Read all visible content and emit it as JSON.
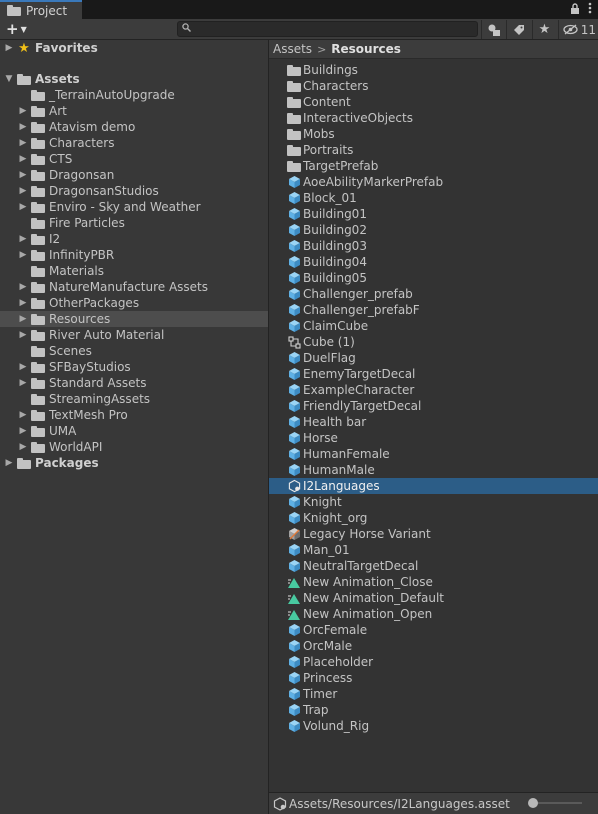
{
  "window": {
    "tab_title": "Project"
  },
  "toolbar": {
    "create_label": "+",
    "search_placeholder": "",
    "hidden_count": "11"
  },
  "tree": {
    "favorites": "Favorites",
    "assets": "Assets",
    "packages": "Packages",
    "items": [
      {
        "label": "_TerrainAutoUpgrade",
        "expandable": false
      },
      {
        "label": "Art",
        "expandable": true
      },
      {
        "label": "Atavism demo",
        "expandable": true
      },
      {
        "label": "Characters",
        "expandable": true
      },
      {
        "label": "CTS",
        "expandable": true
      },
      {
        "label": "Dragonsan",
        "expandable": true
      },
      {
        "label": "DragonsanStudios",
        "expandable": true
      },
      {
        "label": "Enviro - Sky and Weather",
        "expandable": true
      },
      {
        "label": "Fire Particles",
        "expandable": false
      },
      {
        "label": "I2",
        "expandable": true
      },
      {
        "label": "InfinityPBR",
        "expandable": true
      },
      {
        "label": "Materials",
        "expandable": false
      },
      {
        "label": "NatureManufacture Assets",
        "expandable": true
      },
      {
        "label": "OtherPackages",
        "expandable": true
      },
      {
        "label": "Resources",
        "expandable": true,
        "selected": true
      },
      {
        "label": "River Auto Material",
        "expandable": true
      },
      {
        "label": "Scenes",
        "expandable": false
      },
      {
        "label": "SFBayStudios",
        "expandable": true
      },
      {
        "label": "Standard Assets",
        "expandable": true
      },
      {
        "label": "StreamingAssets",
        "expandable": false
      },
      {
        "label": "TextMesh Pro",
        "expandable": true
      },
      {
        "label": "UMA",
        "expandable": true
      },
      {
        "label": "WorldAPI",
        "expandable": true
      }
    ]
  },
  "breadcrumb": {
    "root": "Assets",
    "current": "Resources"
  },
  "files": [
    {
      "label": "Buildings",
      "icon": "folder-icon"
    },
    {
      "label": "Characters",
      "icon": "folder-icon"
    },
    {
      "label": "Content",
      "icon": "folder-icon"
    },
    {
      "label": "InteractiveObjects",
      "icon": "folder-icon"
    },
    {
      "label": "Mobs",
      "icon": "folder-icon"
    },
    {
      "label": "Portraits",
      "icon": "folder-icon"
    },
    {
      "label": "TargetPrefab",
      "icon": "folder-icon"
    },
    {
      "label": "AoeAbilityMarkerPrefab",
      "icon": "prefab-icon"
    },
    {
      "label": "Block_01",
      "icon": "prefab-icon"
    },
    {
      "label": "Building01",
      "icon": "prefab-icon"
    },
    {
      "label": "Building02",
      "icon": "prefab-icon"
    },
    {
      "label": "Building03",
      "icon": "prefab-icon"
    },
    {
      "label": "Building04",
      "icon": "prefab-icon"
    },
    {
      "label": "Building05",
      "icon": "prefab-icon"
    },
    {
      "label": "Challenger_prefab",
      "icon": "prefab-icon"
    },
    {
      "label": "Challenger_prefabF",
      "icon": "prefab-icon"
    },
    {
      "label": "ClaimCube",
      "icon": "prefab-icon"
    },
    {
      "label": "Cube (1)",
      "icon": "model-icon"
    },
    {
      "label": "DuelFlag",
      "icon": "prefab-icon"
    },
    {
      "label": "EnemyTargetDecal",
      "icon": "prefab-icon"
    },
    {
      "label": "ExampleCharacter",
      "icon": "prefab-icon"
    },
    {
      "label": "FriendlyTargetDecal",
      "icon": "prefab-icon"
    },
    {
      "label": "Health bar",
      "icon": "prefab-icon"
    },
    {
      "label": "Horse",
      "icon": "prefab-icon"
    },
    {
      "label": "HumanFemale",
      "icon": "prefab-icon"
    },
    {
      "label": "HumanMale",
      "icon": "prefab-icon"
    },
    {
      "label": "I2Languages",
      "icon": "asset-icon",
      "selected": true
    },
    {
      "label": "Knight",
      "icon": "prefab-icon"
    },
    {
      "label": "Knight_org",
      "icon": "prefab-icon"
    },
    {
      "label": "Legacy Horse Variant",
      "icon": "prefab-variant-icon"
    },
    {
      "label": "Man_01",
      "icon": "prefab-icon"
    },
    {
      "label": "NeutralTargetDecal",
      "icon": "prefab-icon"
    },
    {
      "label": "New Animation_Close",
      "icon": "animation-icon"
    },
    {
      "label": "New Animation_Default",
      "icon": "animation-icon"
    },
    {
      "label": "New Animation_Open",
      "icon": "animation-icon"
    },
    {
      "label": "OrcFemale",
      "icon": "prefab-icon"
    },
    {
      "label": "OrcMale",
      "icon": "prefab-icon"
    },
    {
      "label": "Placeholder",
      "icon": "prefab-icon"
    },
    {
      "label": "Princess",
      "icon": "prefab-icon"
    },
    {
      "label": "Timer",
      "icon": "prefab-icon"
    },
    {
      "label": "Trap",
      "icon": "prefab-icon"
    },
    {
      "label": "Volund_Rig",
      "icon": "prefab-icon"
    }
  ],
  "status": {
    "path": "Assets/Resources/I2Languages.asset"
  },
  "colors": {
    "selection": "#2c5d87",
    "prefab": "#5fb0e4",
    "accent": "#3a79bb",
    "star": "#f0c018"
  }
}
